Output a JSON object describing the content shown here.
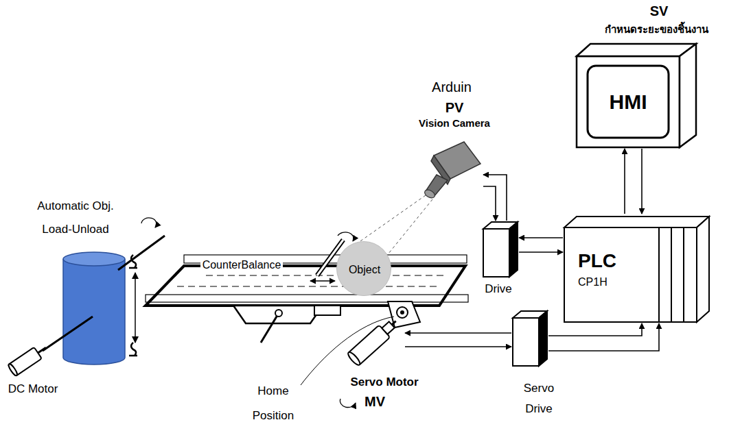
{
  "diagram": {
    "nodes": [
      {
        "text": [
          "SV",
          "กำหนดระยะของชิ้นงาน",
          "HMI"
        ]
      },
      {
        "text": [
          "PLC",
          "CP1H"
        ]
      },
      {
        "text": [
          "Arduin",
          "PV",
          "Vision Camera"
        ]
      },
      {
        "text": [
          "Drive"
        ]
      },
      {
        "text": [
          "Servo Drive"
        ]
      },
      {
        "text": [
          "Servo Motor",
          "MV"
        ]
      },
      {
        "text": [
          "Object"
        ]
      },
      {
        "text": [
          "DC Motor"
        ]
      }
    ],
    "edges": [
      {
        "from": 1,
        "to": 0,
        "arrow": "to"
      },
      {
        "from": 0,
        "to": 1,
        "arrow": "to"
      },
      {
        "from": 1,
        "to": 3,
        "arrow": "to"
      },
      {
        "from": 3,
        "to": 1,
        "arrow": "to"
      },
      {
        "from": 3,
        "to": 2,
        "arrow": "to"
      },
      {
        "from": 2,
        "to": 3,
        "arrow": "to"
      },
      {
        "from": 4,
        "to": 1,
        "arrow": "to"
      },
      {
        "from": 4,
        "to": 1,
        "arrow": "to"
      },
      {
        "from": 4,
        "to": 5,
        "arrow": "to"
      },
      {
        "from": 5,
        "to": 4,
        "arrow": "to"
      }
    ],
    "labels": [
      "Automatic Obj. Load-Unload",
      "CounterBalance",
      "Home Position"
    ]
  }
}
